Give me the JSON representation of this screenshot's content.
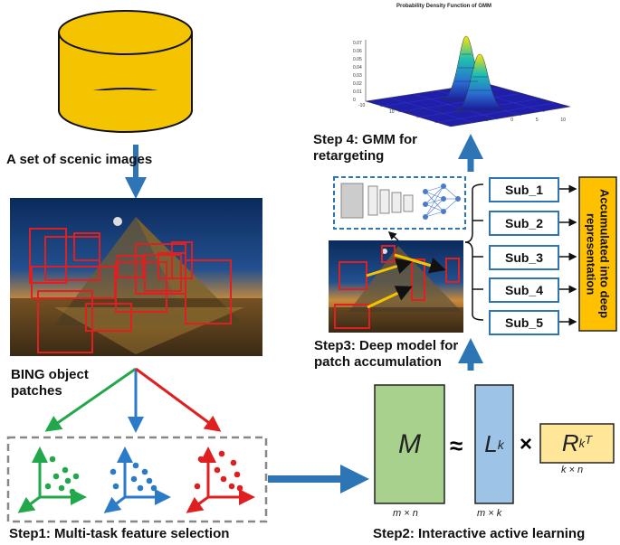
{
  "labels": {
    "scenic": "A set of scenic images",
    "bing": "BING object patches",
    "step1": "Step1: Multi-task feature selection",
    "step2": "Step2: Interactive active learning",
    "step3": "Step3: Deep model for patch accumulation",
    "step4": "Step 4: GMM for retargeting",
    "accum": "Accumulated into deep representation",
    "gmm_title": "Probability Density Function of GMM"
  },
  "matrix": {
    "M": "M",
    "approx": "≈",
    "L": "L",
    "L_sub": "k",
    "times": "×",
    "R": "R",
    "R_sub": "k",
    "R_sup": "T",
    "m_n": "m × n",
    "m_k": "m × k",
    "k_n": "k × n"
  },
  "subs": [
    "Sub_1",
    "Sub_2",
    "Sub_3",
    "Sub_4",
    "Sub_5"
  ],
  "gmm_axis": {
    "z_ticks": [
      "0.07",
      "0.06",
      "0.05",
      "0.04",
      "0.03",
      "0.02",
      "0.01",
      "0"
    ],
    "x_ticks": [
      "10",
      "5",
      "0",
      "-5",
      "-10"
    ],
    "y_ticks": [
      "-5",
      "0",
      "5",
      "10"
    ],
    "left_tick": "-10"
  },
  "colors": {
    "arrow_blue": "#2e75b6",
    "green": "#22a84a",
    "blue": "#2b7bc8",
    "red": "#e02020",
    "db_fill": "#f5c400",
    "matrix_M": "#a9d18e",
    "matrix_L": "#9dc3e6",
    "matrix_R": "#ffe699",
    "accum_fill": "#ffc000"
  }
}
